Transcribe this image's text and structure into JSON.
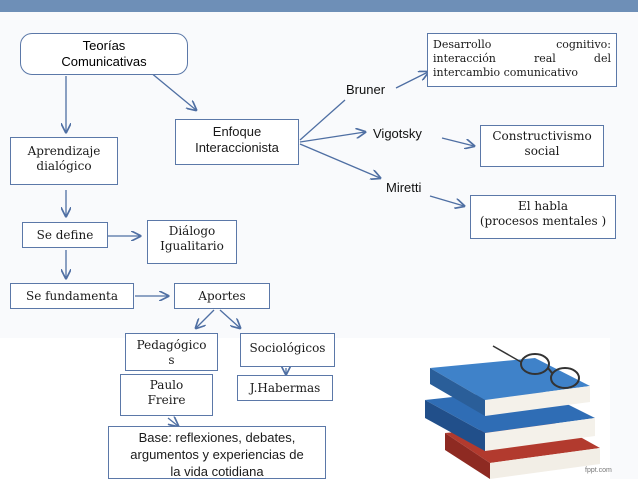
{
  "nodes": {
    "teorias": "Teorías\nComunicativas",
    "enfoque": "Enfoque\nInteraccionista",
    "bruner": "Bruner",
    "vigotsky": "Vigotsky",
    "miretti": "Miretti",
    "desarrollo": "Desarrollo cognitivo: interacción real del intercambio comunicativo",
    "constructivismo": "Constructivismo\nsocial",
    "habla": "El habla\n(procesos mentales )",
    "aprendizaje": "Aprendizaje\ndialógico",
    "se_define": "Se define",
    "dialogo": "Diálogo\nIgualitario",
    "se_fundamenta": "Se fundamenta",
    "aportes": "Aportes",
    "pedagogicos": "Pedagógico\ns",
    "sociologicos": "Sociológicos",
    "paulo": "Paulo\nFreire",
    "habermas": "J.Habermas",
    "base": "Base: reflexiones, debates,\nargumentos y experiencias de\nla vida cotidiana"
  },
  "watermark": "fppt.com",
  "colors": {
    "border": "#5b78a8",
    "arrow": "#4f6fa3",
    "top_bar": "#6e8fb7"
  }
}
